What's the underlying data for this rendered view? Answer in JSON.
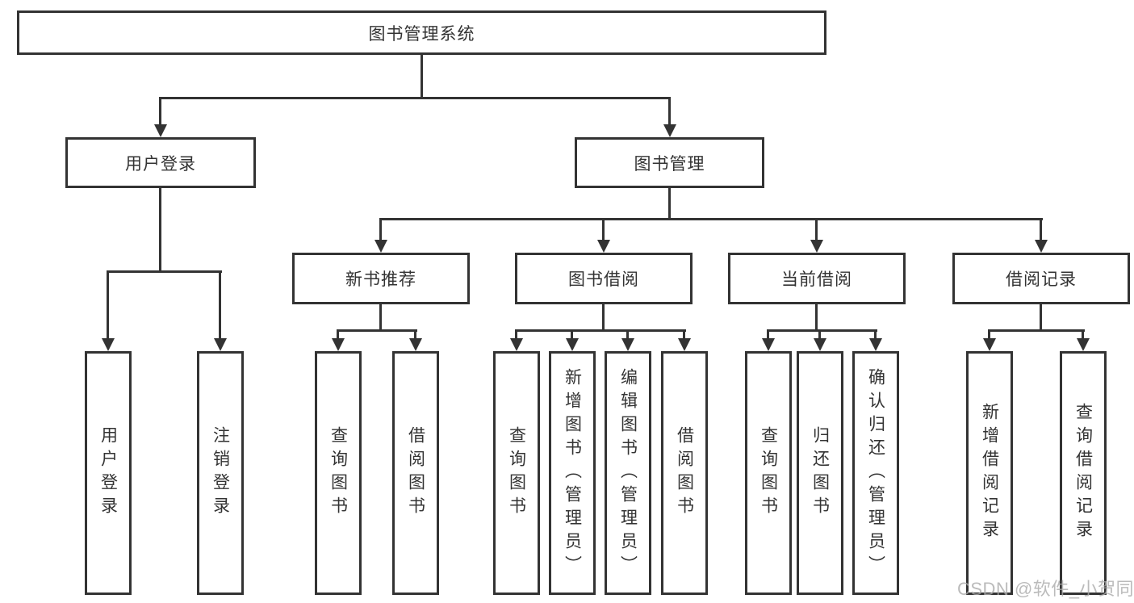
{
  "tree": {
    "label": "图书管理系统",
    "children": [
      {
        "label": "用户登录",
        "children": [
          {
            "label": "用户登录"
          },
          {
            "label": "注销登录"
          }
        ]
      },
      {
        "label": "图书管理",
        "children": [
          {
            "label": "新书推荐",
            "children": [
              {
                "label": "查询图书"
              },
              {
                "label": "借阅图书"
              }
            ]
          },
          {
            "label": "图书借阅",
            "children": [
              {
                "label": "查询图书"
              },
              {
                "label": "新增图书（管理员）"
              },
              {
                "label": "编辑图书（管理员）"
              },
              {
                "label": "借阅图书"
              }
            ]
          },
          {
            "label": "当前借阅",
            "children": [
              {
                "label": "查询图书"
              },
              {
                "label": "归还图书"
              },
              {
                "label": "确认归还（管理员）"
              }
            ]
          },
          {
            "label": "借阅记录",
            "children": [
              {
                "label": "新增借阅记录"
              },
              {
                "label": "查询借阅记录"
              }
            ]
          }
        ]
      }
    ]
  },
  "watermark": {
    "text": "CSDN @软件_小贺同学"
  },
  "colors": {
    "line": "#333333",
    "box_border": "#333333",
    "box_fill": "#ffffff",
    "text": "#333333",
    "watermark": "#aaaaaa",
    "background": "#ffffff"
  }
}
